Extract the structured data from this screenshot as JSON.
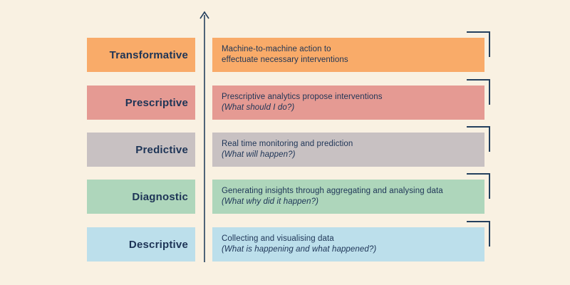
{
  "colors": {
    "background": "#f9f1e2",
    "text": "#1d3456",
    "line": "#24405e"
  },
  "arrow": {
    "meaning": "increasing analytics maturity (upward)"
  },
  "rows": [
    {
      "label": "Transformative",
      "color": "#f9ab69",
      "lines": [
        "Machine-to-machine action to",
        "effectuate necessary interventions"
      ],
      "line2_italic": false
    },
    {
      "label": "Prescriptive",
      "color": "#e59a93",
      "lines": [
        "Prescriptive analytics propose interventions",
        "(What should I do?)"
      ],
      "line2_italic": true
    },
    {
      "label": "Predictive",
      "color": "#c8c1c2",
      "lines": [
        "Real time monitoring and prediction",
        "(What will happen?)"
      ],
      "line2_italic": true
    },
    {
      "label": "Diagnostic",
      "color": "#aed6bb",
      "lines": [
        "Generating insights through aggregating and analysing data",
        "(What why did it happen?)"
      ],
      "line2_italic": true
    },
    {
      "label": "Descriptive",
      "color": "#bcdfeb",
      "lines": [
        "Collecting and visualising data",
        "(What is happening and what happened?)"
      ],
      "line2_italic": true
    }
  ]
}
